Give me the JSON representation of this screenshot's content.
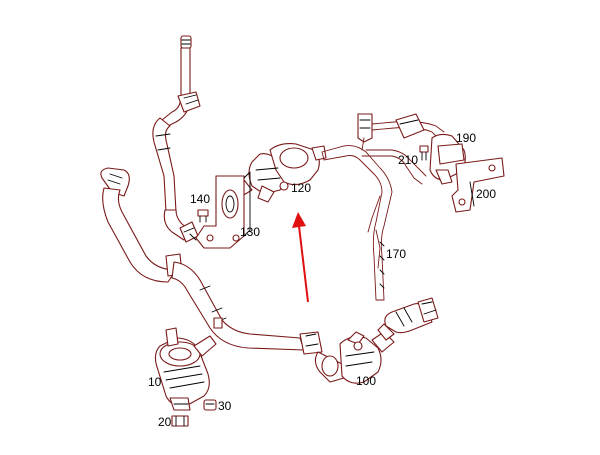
{
  "diagram": {
    "labels": {
      "p10": "10",
      "p20": "20",
      "p30": "30",
      "p100": "100",
      "p120": "120",
      "p130": "130",
      "p140": "140",
      "p170": "170",
      "p190": "190",
      "p200": "200",
      "p210": "210"
    },
    "highlight_part": "120",
    "colors": {
      "outline": "#7a1a1a",
      "detail": "#000000",
      "pointer": "#e01010",
      "background": "#ffffff"
    }
  }
}
